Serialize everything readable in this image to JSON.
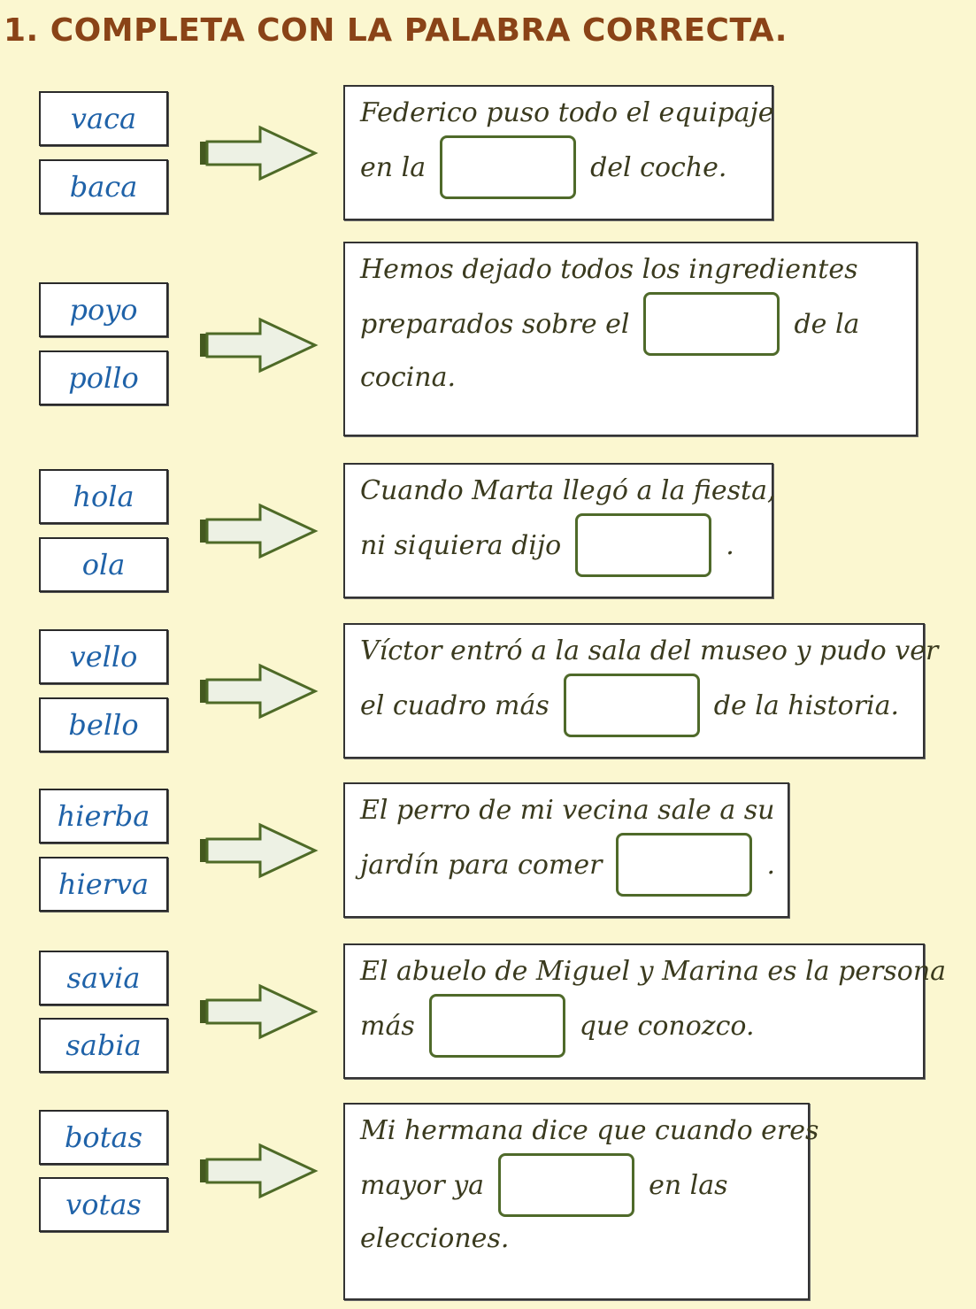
{
  "title": "1. COMPLETA CON LA PALABRA CORRECTA.",
  "items": [
    {
      "words": [
        "vaca",
        "baca"
      ],
      "line1": "Federico puso todo el equipaje",
      "before": "en la",
      "after": "del coche.",
      "line3": ""
    },
    {
      "words": [
        "poyo",
        "pollo"
      ],
      "line1": "Hemos dejado todos los ingredientes",
      "before": "preparados sobre el",
      "after": "de la",
      "line3": "cocina."
    },
    {
      "words": [
        "hola",
        "ola"
      ],
      "line1": "Cuando Marta llegó a la fiesta,",
      "before": "ni siquiera dijo",
      "after": ".",
      "line3": ""
    },
    {
      "words": [
        "vello",
        "bello"
      ],
      "line1": "Víctor entró a la sala del museo y pudo ver",
      "before": "el cuadro más",
      "after": "de la historia.",
      "line3": ""
    },
    {
      "words": [
        "hierba",
        "hierva"
      ],
      "line1": "El perro de mi vecina sale a su",
      "before": "jardín para comer",
      "after": ".",
      "line3": ""
    },
    {
      "words": [
        "savia",
        "sabia"
      ],
      "line1": "El abuelo de Miguel y Marina es la persona",
      "before": "más",
      "after": "que conozco.",
      "line3": ""
    },
    {
      "words": [
        "botas",
        "votas"
      ],
      "line1": "Mi hermana dice que cuando eres",
      "before": "mayor ya",
      "after": "en las",
      "line3": "elecciones."
    }
  ]
}
